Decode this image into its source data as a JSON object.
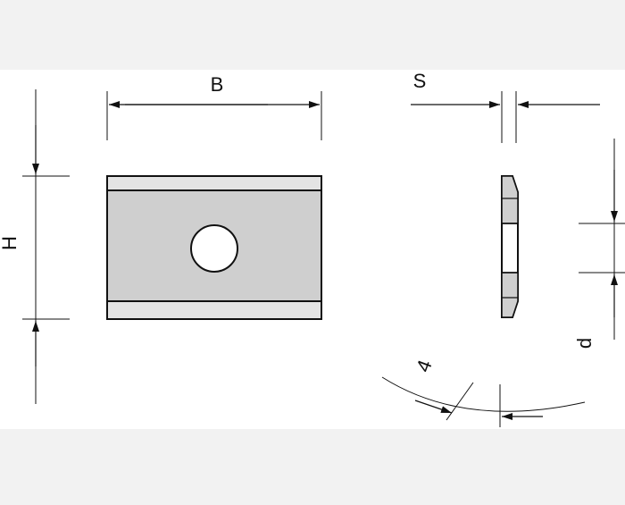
{
  "labels": {
    "width": "B",
    "height": "H",
    "thickness": "S",
    "hole_offset": "d",
    "angle": "4"
  },
  "colors": {
    "background": "#ffffff",
    "band": "#f2f2f2",
    "steel_face": "#cfcfcf",
    "steel_edge": "#e4e4e4",
    "outline": "#111111",
    "hole": "#ffffff"
  }
}
